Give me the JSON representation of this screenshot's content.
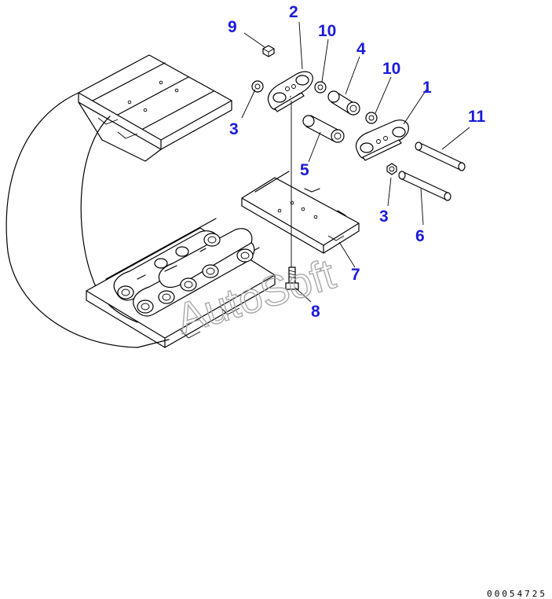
{
  "diagram": {
    "labels": {
      "p1": "1",
      "p2": "2",
      "p3a": "3",
      "p3b": "3",
      "p4": "4",
      "p5": "5",
      "p6": "6",
      "p7": "7",
      "p8": "8",
      "p9": "9",
      "p10a": "10",
      "p10b": "10",
      "p11": "11"
    },
    "watermark": "AutoSoft",
    "drawing_number": "00054725"
  }
}
